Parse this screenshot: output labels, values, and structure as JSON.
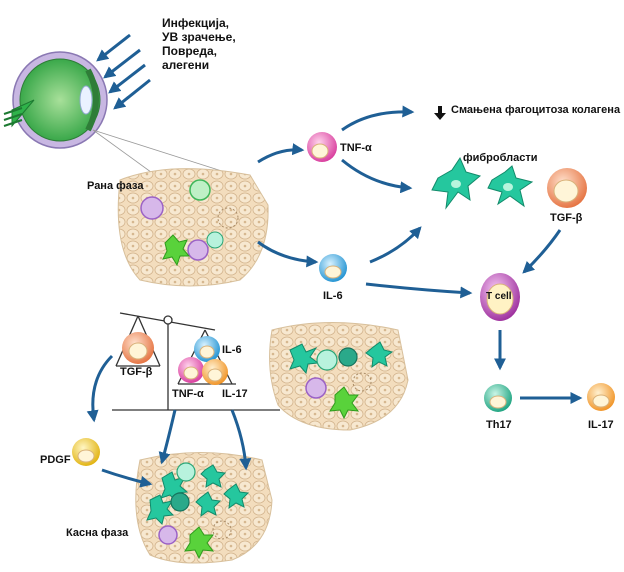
{
  "triggers": [
    "Инфекција,",
    "УВ зрачење,",
    "Повреда,",
    "алегени"
  ],
  "labels": {
    "early_phase": "Рана фаза",
    "late_phase": "Касна фаза",
    "tnf_alpha": "TNF-α",
    "il6": "IL-6",
    "tgf_beta": "TGF-β",
    "t_cell": "T cell",
    "th17": "Th17",
    "il17": "IL-17",
    "pdgf": "PDGF",
    "fibroblasts": "фибробласти",
    "reduced_phagocytosis": "Смањена фагоцитоза колагена",
    "scale_tgf_beta": "TGF-β",
    "scale_il6": "IL-6",
    "scale_tnf_alpha": "TNF-α",
    "scale_il17": "IL-17"
  },
  "colors": {
    "arrow": "#1f5f95",
    "tissue": "#f2dcbd",
    "cell_outline": "#c9a884",
    "tnf": "#e24fa8",
    "il6": "#2aa6e0",
    "tgf": "#f08a5a",
    "tcell": "#b23fb2",
    "th17": "#28b894",
    "il17": "#f7a13c",
    "pdgf": "#f2c51f",
    "fibroblast": "#25c79e"
  }
}
